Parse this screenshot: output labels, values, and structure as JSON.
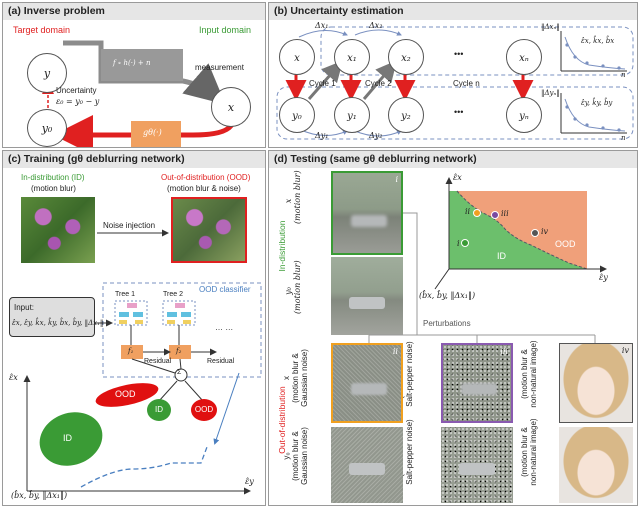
{
  "panel_a": {
    "title": "(a) Inverse problem",
    "target_domain": "Target domain",
    "input_domain": "Input domain",
    "node_y": "y",
    "node_x": "x",
    "node_y0": "y₀",
    "forward_eq": "f ∘ h(·) + n",
    "measurement": "measurement",
    "uncertainty_label": "Uncertainty",
    "uncertainty_eq": "ε₀ = y₀ − y",
    "network": "gθ(·)"
  },
  "panel_b": {
    "title": "(b) Uncertainty estimation",
    "x_nodes": [
      "x",
      "x₁",
      "x₂",
      "xₙ"
    ],
    "y_nodes": [
      "y₀",
      "y₁",
      "y₂",
      "yₙ"
    ],
    "dx": [
      "Δx₁",
      "Δx₂"
    ],
    "dy": [
      "Δy₁",
      "Δy₂"
    ],
    "cycles": [
      "Cycle 1",
      "Cycle 2",
      "Cycle n"
    ],
    "dots": "•••",
    "norm_x": "‖Δxₙ‖",
    "norm_y": "‖Δyₙ‖",
    "est_x": "ε̂x, k̂x, b̂x",
    "est_y": "ε̂y, k̂y, b̂y",
    "n": "n"
  },
  "panel_c": {
    "title": "(c) Training (gθ deblurring network)",
    "id_label": "In-distribution (ID)",
    "id_sub": "(motion blur)",
    "ood_label": "Out-of-distribution (OOD)",
    "ood_sub": "(motion blur & noise)",
    "noise": "Noise injection",
    "input_label": "Input:",
    "input_vars": "ε̂x, ε̂y, k̂x, k̂y, b̂x, b̂y, ‖Δx₁‖",
    "classifier": "OOD classifier",
    "tree1": "Tree 1",
    "tree2": "Tree 2",
    "f1": "f₁",
    "f2": "f₂",
    "residual": "Residual",
    "dots": "… …",
    "sum": "Σ",
    "id": "ID",
    "ood": "OOD",
    "axis_y": "ε̂x",
    "axis_x": "ε̂y",
    "axis_z": "(b̂x, b̂y, ‖Δx₁‖)"
  },
  "panel_d": {
    "title": "(d) Testing (same gθ deblurring network)",
    "in_dist": "In-distribution",
    "out_dist": "Out-of-distribution",
    "rows_id": [
      "x\n(motion blur)",
      "y₀\n(motion blur)"
    ],
    "rows_ood_left": [
      "x\n(motion blur &\nGaussian noise)",
      "y₀\n(motion blur &\nGaussian noise)"
    ],
    "rows_ood_mid": [
      "(motion blur &\nSalt-pepper noise)",
      "(motion blur &\nSalt-pepper noise)"
    ],
    "rows_ood_right": [
      "(motion blur &\nnon-natural image)",
      "(motion blur &\nnon-natural image)"
    ],
    "perturbations": "Perturbations",
    "markers": [
      "i",
      "ii",
      "iii",
      "iv"
    ],
    "id": "ID",
    "ood": "OOD",
    "axis_y": "ε̂x",
    "axis_x": "ε̂y",
    "axis_z": "(b̂x, b̂y, ‖Δx₁‖)"
  },
  "colors": {
    "green": "#3a9b35",
    "red": "#e02020",
    "orange": "#f0a060",
    "blue_dashed": "#7a90c0",
    "purple": "#8a5ab0"
  }
}
